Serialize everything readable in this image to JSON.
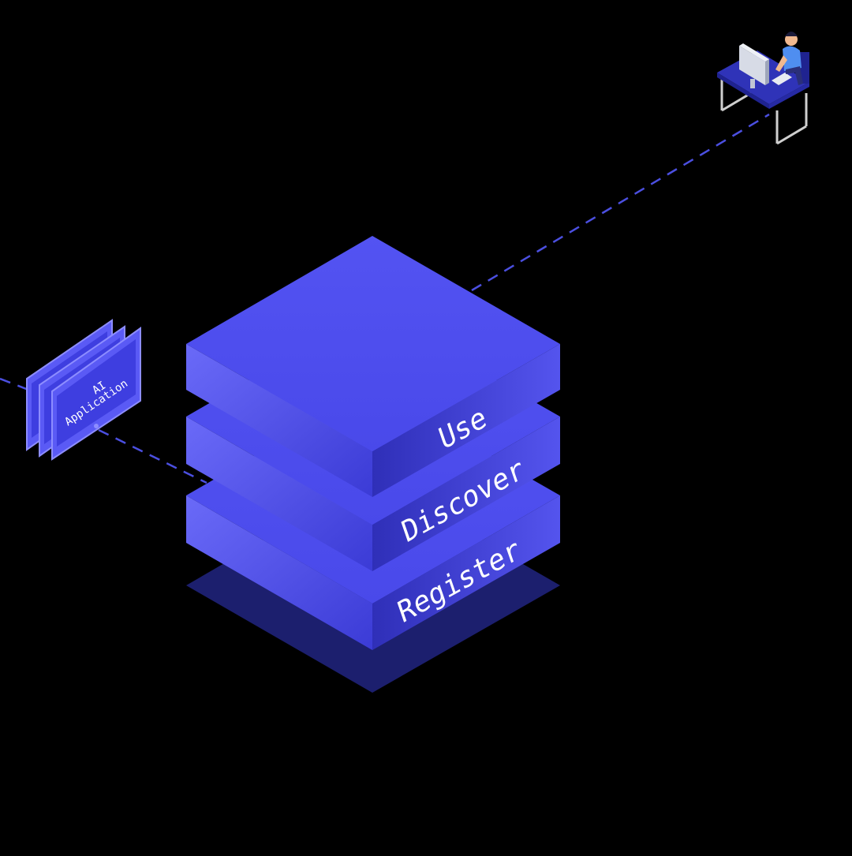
{
  "app": {
    "labels": [
      "AI",
      "Application"
    ]
  },
  "stack": {
    "layers": [
      {
        "id": "use",
        "label": "Use"
      },
      {
        "id": "discover",
        "label": "Discover"
      },
      {
        "id": "register",
        "label": "Register"
      }
    ]
  },
  "colors": {
    "background": "#000000",
    "layer_top": "#4f4ff0",
    "layer_face_left": "#5a5af5",
    "layer_face_right": "#3a3ad8",
    "shadow": "#1c1f6e",
    "connector": "#4b4fe0",
    "label_text": "#ffffff"
  },
  "icons": {
    "user": "person-at-desk-icon",
    "monitor": "monitor-icon"
  }
}
